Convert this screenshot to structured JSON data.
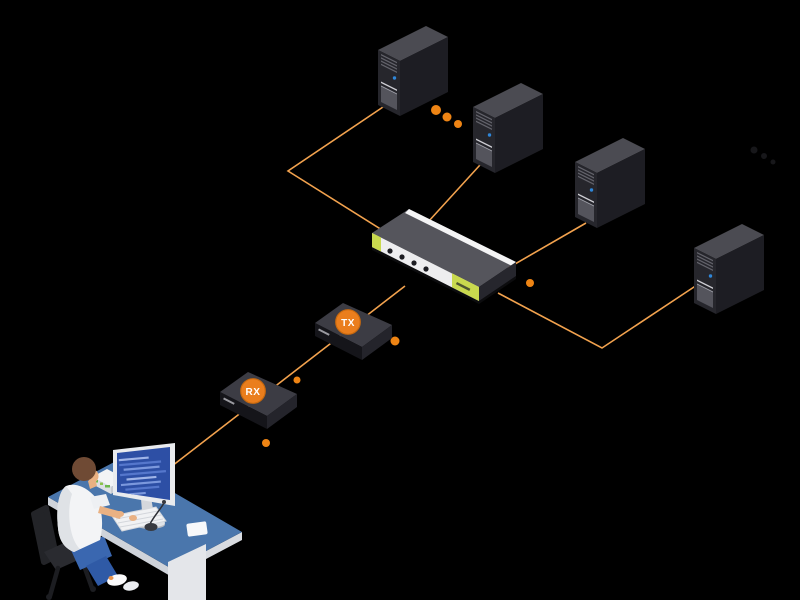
{
  "scene": {
    "background_color": "#000000",
    "connection": {
      "line_color": "#f2a24e",
      "packet_dot_color": "#ee8414",
      "packet_dot_count": 5,
      "ellipsis_dot_count": 3
    },
    "devices": {
      "servers": {
        "count": 4,
        "kind": "server-tower",
        "power_led_color": "#2f86d8"
      },
      "kvm_switch": {
        "kind": "kvm-switch",
        "label_color": "#c9d94e",
        "button_count": 4
      },
      "transmitter": {
        "badge": "TX",
        "badge_color": "#ea7e1d"
      },
      "receiver": {
        "badge": "RX",
        "badge_color": "#ea7e1d"
      },
      "workstation": {
        "kind": "operator-at-desk",
        "desk_color": "#4a76ac",
        "monitor_screen_color": "#2d4fa5",
        "chair_color": "#232428"
      }
    }
  }
}
